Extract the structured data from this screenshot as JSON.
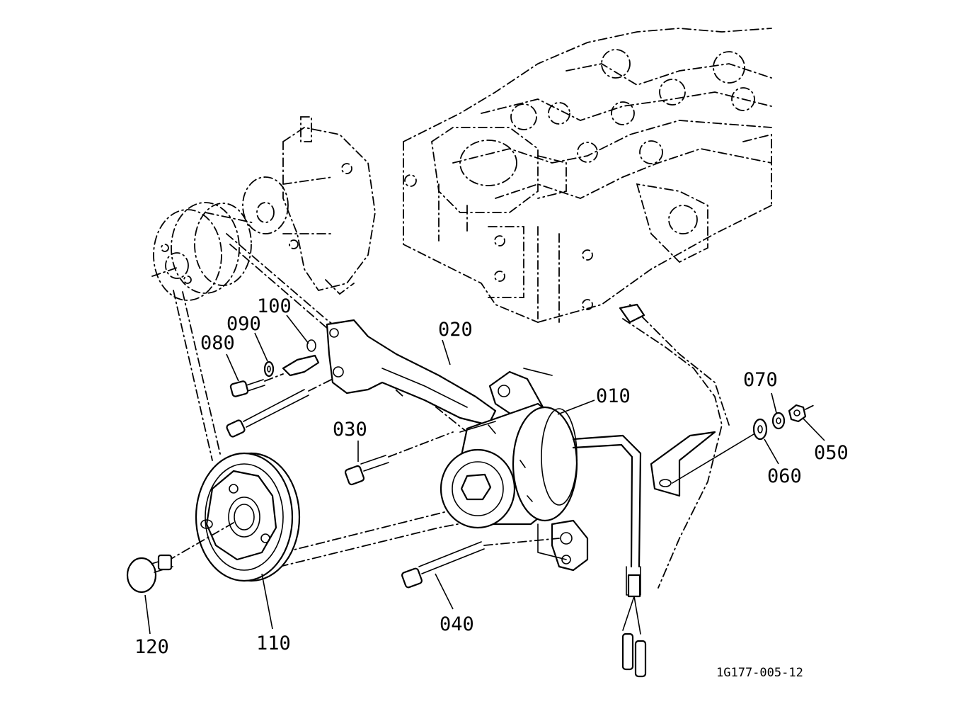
{
  "diagram": {
    "reference_code": "1G177-005-12",
    "parts": [
      {
        "id": "part-010",
        "label": "010"
      },
      {
        "id": "part-020",
        "label": "020"
      },
      {
        "id": "part-030",
        "label": "030"
      },
      {
        "id": "part-040",
        "label": "040"
      },
      {
        "id": "part-050",
        "label": "050"
      },
      {
        "id": "part-060",
        "label": "060"
      },
      {
        "id": "part-070",
        "label": "070"
      },
      {
        "id": "part-080",
        "label": "080"
      },
      {
        "id": "part-090",
        "label": "090"
      },
      {
        "id": "part-100",
        "label": "100"
      },
      {
        "id": "part-110",
        "label": "110"
      },
      {
        "id": "part-120",
        "label": "120"
      }
    ]
  }
}
